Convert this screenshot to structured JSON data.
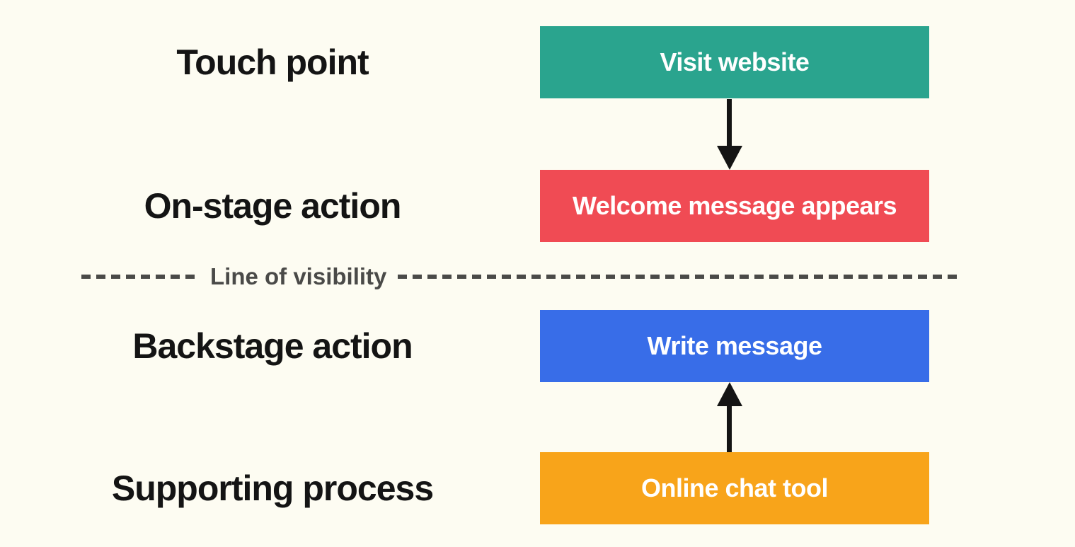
{
  "title": "Service blueprint diagram",
  "colors": {
    "background": "#FDFCF2",
    "label_text": "#141414",
    "box_text": "#FFFFFF",
    "arrow": "#141414",
    "divider": "#4A4A48"
  },
  "rows": [
    {
      "label": "Touch point",
      "box_text": "Visit website",
      "box_color": "#2AA48E"
    },
    {
      "label": "On-stage action",
      "box_text": "Welcome message appears",
      "box_color": "#F04B54"
    },
    {
      "label": "Backstage action",
      "box_text": "Write message",
      "box_color": "#386DE8"
    },
    {
      "label": "Supporting process",
      "box_text": "Online chat tool",
      "box_color": "#F8A41A"
    }
  ],
  "divider": {
    "label": "Line of visibility"
  },
  "arrows": [
    {
      "direction": "down",
      "from": "Visit website",
      "to": "Welcome message appears"
    },
    {
      "direction": "up",
      "from": "Online chat tool",
      "to": "Write message"
    }
  ]
}
